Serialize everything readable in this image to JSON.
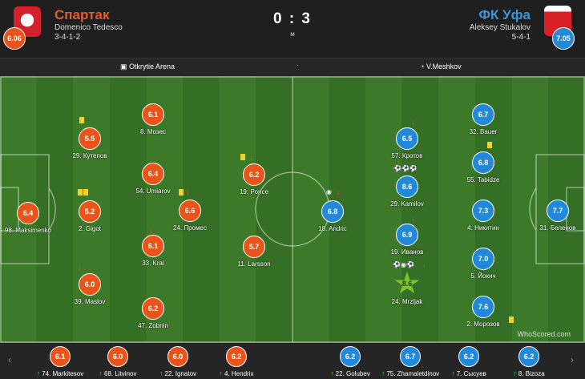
{
  "header": {
    "home": {
      "name": "Спартак",
      "coach": "Domenico Tedesco",
      "formation": "3-4-1-2",
      "rating": "6.06"
    },
    "away": {
      "name": "ФК Уфа",
      "coach": "Aleksey Stukalov",
      "formation": "5-4-1",
      "rating": "7.05"
    },
    "score": "0 : 3",
    "period": "м"
  },
  "info": {
    "venue": "Otkrytie Arena",
    "separator": "·",
    "referee": "V.Meshkov"
  },
  "home_players": [
    {
      "name": "Maksimenko",
      "rating": "6.4"
    },
    {
      "name": "Кутепов",
      "rating": "5.5"
    },
    {
      "name": "Gigot",
      "rating": "5.2"
    },
    {
      "name": "Maslov",
      "rating": "6.0"
    },
    {
      "name": "Мозес",
      "rating": "6.1"
    },
    {
      "name": "Umiarov",
      "rating": "6.4"
    },
    {
      "name": "Kral",
      "rating": "6.1"
    },
    {
      "name": "Zobnin",
      "rating": "6.2"
    },
    {
      "name": "Промес",
      "rating": "6.6"
    },
    {
      "name": "Ponce",
      "rating": "6.2"
    },
    {
      "name": "Larsson",
      "rating": "5.7"
    }
  ],
  "away_players": [
    {
      "name": "Andric",
      "rating": "6.8"
    },
    {
      "name": "Кротов",
      "rating": "6.5"
    },
    {
      "name": "Kamilov",
      "rating": "8.6"
    },
    {
      "name": "Иванов",
      "rating": "6.9"
    },
    {
      "name": "Mrzljak",
      "rating": "8.6"
    },
    {
      "name": "Bauer",
      "rating": "6.7"
    },
    {
      "name": "Tabidze",
      "rating": "6.8"
    },
    {
      "name": "Никитин",
      "rating": "7.3"
    },
    {
      "name": "Йокич",
      "rating": "7.0"
    },
    {
      "name": "Морозов",
      "rating": "7.6"
    },
    {
      "name": "Беленов",
      "rating": "7.7"
    }
  ],
  "watermark": "WhoScored.com",
  "home_subs": [
    {
      "name": "Markitesov",
      "rating": "6.1"
    },
    {
      "name": "Litvinov",
      "rating": "6.0"
    },
    {
      "name": "Ignatov",
      "rating": "6.0"
    },
    {
      "name": "Hendrix",
      "rating": "6.2"
    }
  ],
  "away_subs": [
    {
      "name": "Golubev",
      "rating": "6.2"
    },
    {
      "name": "Zhamaletdinov",
      "rating": "6.7"
    },
    {
      "name": "Сысуев",
      "rating": "6.2"
    },
    {
      "name": "Bizoza",
      "rating": "6.2"
    }
  ],
  "colors": {
    "home": "#e8541a",
    "away": "#2288d8",
    "star": "#7bc62e",
    "pitch": "#3c7a2a"
  }
}
